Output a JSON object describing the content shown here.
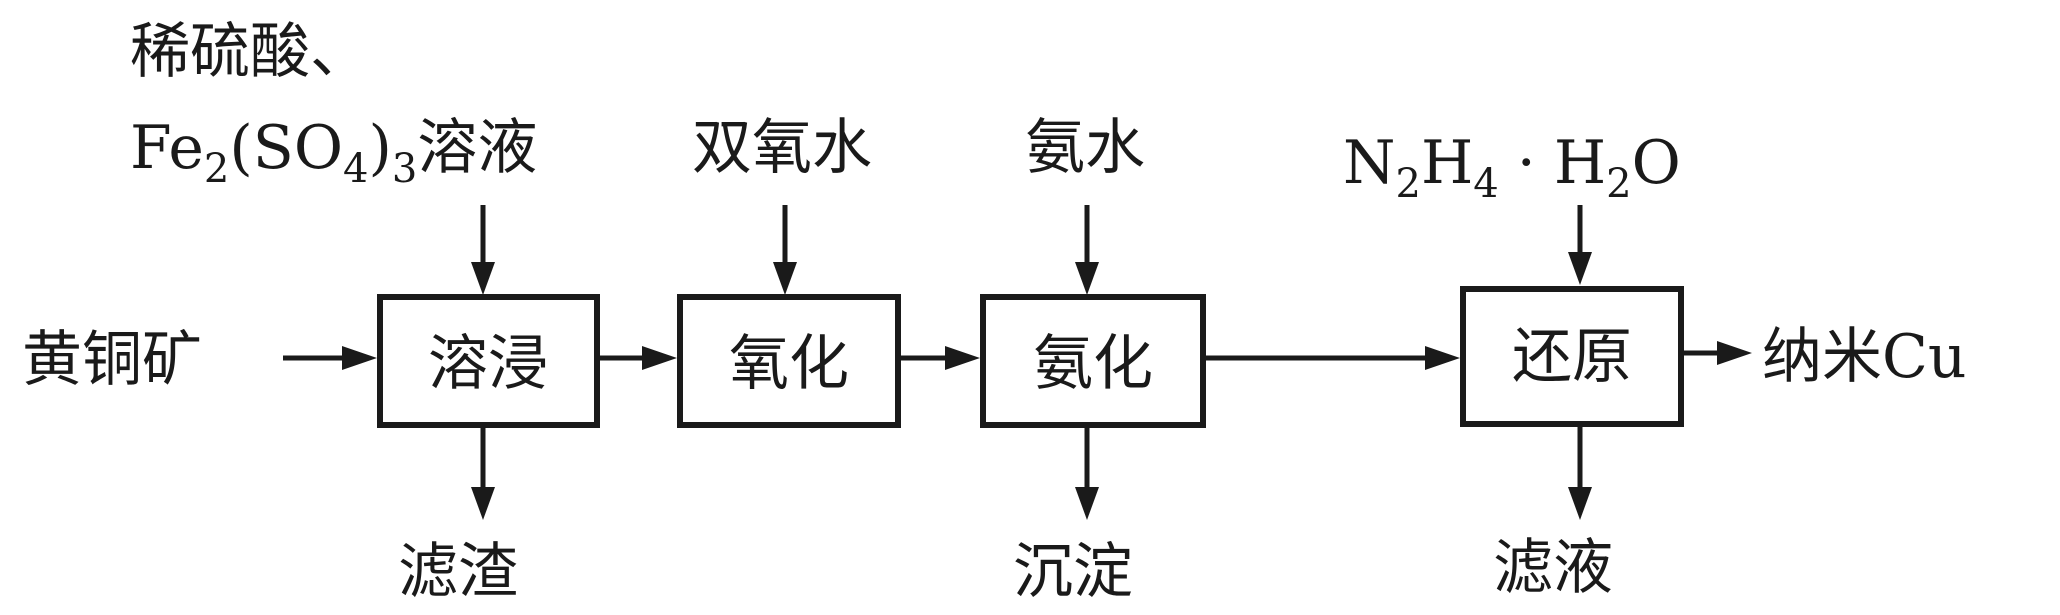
{
  "inputs": {
    "raw_material": "黄铜矿",
    "leach_reagent_line1": "稀硫酸、",
    "leach_reagent_line2": {
      "fe": "Fe",
      "sub2": "2",
      "so": "(SO",
      "sub4": "4",
      "close": ")",
      "sub3": "3",
      "tail": "溶液"
    },
    "oxidant": "双氧水",
    "ammonia": "氨水",
    "reductant": {
      "n": "N",
      "sub_n": "2",
      "h": "H",
      "sub_h": "4",
      "dot": "·",
      "h2": "H",
      "sub_h2": "2",
      "o": "O"
    }
  },
  "steps": {
    "leach": "溶浸",
    "oxidize": "氧化",
    "ammoniate": "氨化",
    "reduce": "还原"
  },
  "outputs": {
    "leach_residue": "滤渣",
    "precipitate": "沉淀",
    "filtrate": "滤液",
    "product": "纳米Cu"
  }
}
